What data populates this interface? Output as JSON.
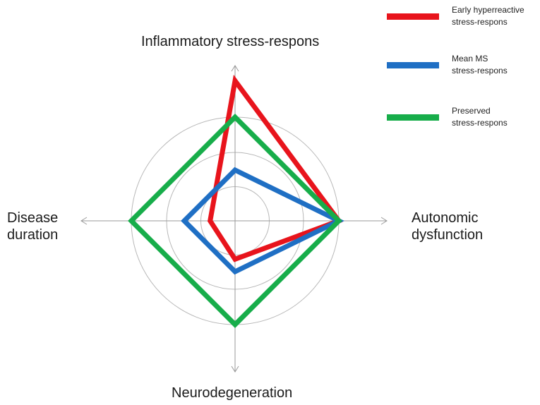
{
  "axes": {
    "top": "Inflammatory stress-respons",
    "left": "Disease\nduration",
    "right": "Autonomic\ndysfunction",
    "bottom": "Neurodegeneration"
  },
  "legend": [
    {
      "label": "Early hyperreactive\nstress-respons",
      "color": "#e8141c"
    },
    {
      "label": "Mean MS\nstress-respons",
      "color": "#1f6fc4"
    },
    {
      "label": "Preserved\nstress-respons",
      "color": "#17ad4a"
    }
  ],
  "chart_data": {
    "type": "radar",
    "axis_order": [
      "Inflammatory stress-respons",
      "Autonomic dysfunction",
      "Neurodegeneration",
      "Disease duration"
    ],
    "range": [
      0,
      1
    ],
    "grid_rings": [
      0.33,
      0.66,
      1.0
    ],
    "series": [
      {
        "name": "Early hyperreactive stress-respons",
        "values": [
          1.35,
          1.0,
          0.37,
          0.24
        ],
        "color": "#e8141c"
      },
      {
        "name": "Mean MS stress-respons",
        "values": [
          0.49,
          1.0,
          0.49,
          0.49
        ],
        "color": "#1f6fc4"
      },
      {
        "name": "Preserved stress-respons",
        "values": [
          1.0,
          1.0,
          1.0,
          1.0
        ],
        "color": "#17ad4a"
      }
    ]
  }
}
